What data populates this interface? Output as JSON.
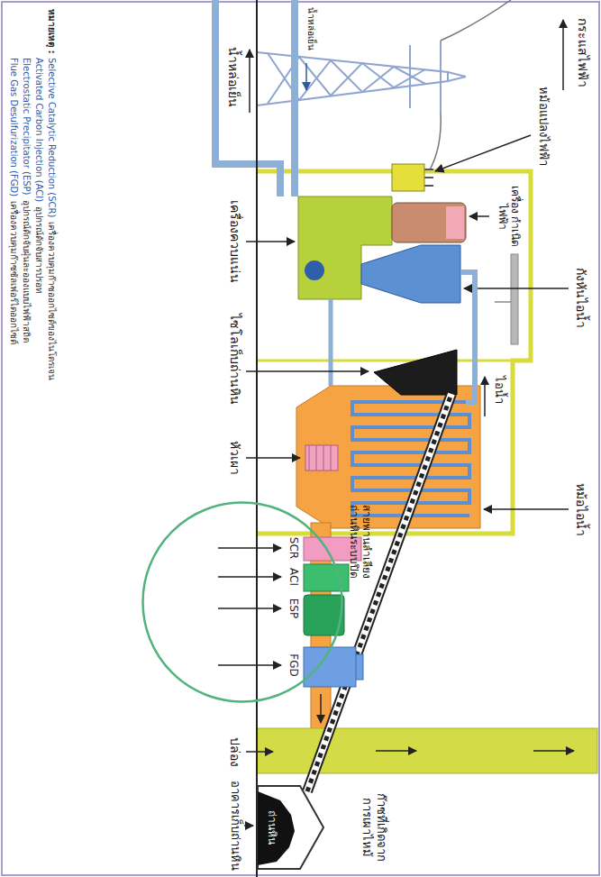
{
  "diagram": {
    "nodes": [
      {
        "text": [
          "SCR",
          "ACI",
          "ESP",
          "FGD"
        ]
      },
      {
        "text": [
          "ถ่านหิน"
        ]
      }
    ],
    "labels": [
      "กระแสไฟฟ้า",
      "หม้อแปลงไฟฟ้า",
      "เครื่อง กำเนิดไฟฟ้า",
      "กังหันไอน้ำ",
      "หม้อไอน้ำ",
      "ไอน้ำ",
      "น้ำหล่อเย็น",
      "น้ำหล่อเย็น",
      "เครื่องควบแน่น",
      "ไซโลเก็บถ่านหิน",
      "หัวเผา",
      "สายพานลำเลียง ถ่านหินระบบปิด",
      "ก๊าซที่เกิดจาก การเผาไหม้",
      "ปล่อง",
      "อาคารเก็บถ่านหิน",
      "หมายเหตุ :",
      "Selective Catalytic Reduction (SCR)",
      "เครื่องควบคุมก๊าซออกไซด์ของไนโตรเจน",
      "Activated Carbon Injection (ACI)",
      "อุปกรณ์ดักจับสารปรอท",
      "Electrostatic Precipitator (ESP)",
      "อุปกรณ์ดักจับฝุ่นละอองแบบไฟฟ้าสถิต",
      "Flue Gas Desulfurization (FGD)",
      "เครื่องควบคุมก๊าซซัลเฟอร์ไดออกไซด์"
    ]
  }
}
